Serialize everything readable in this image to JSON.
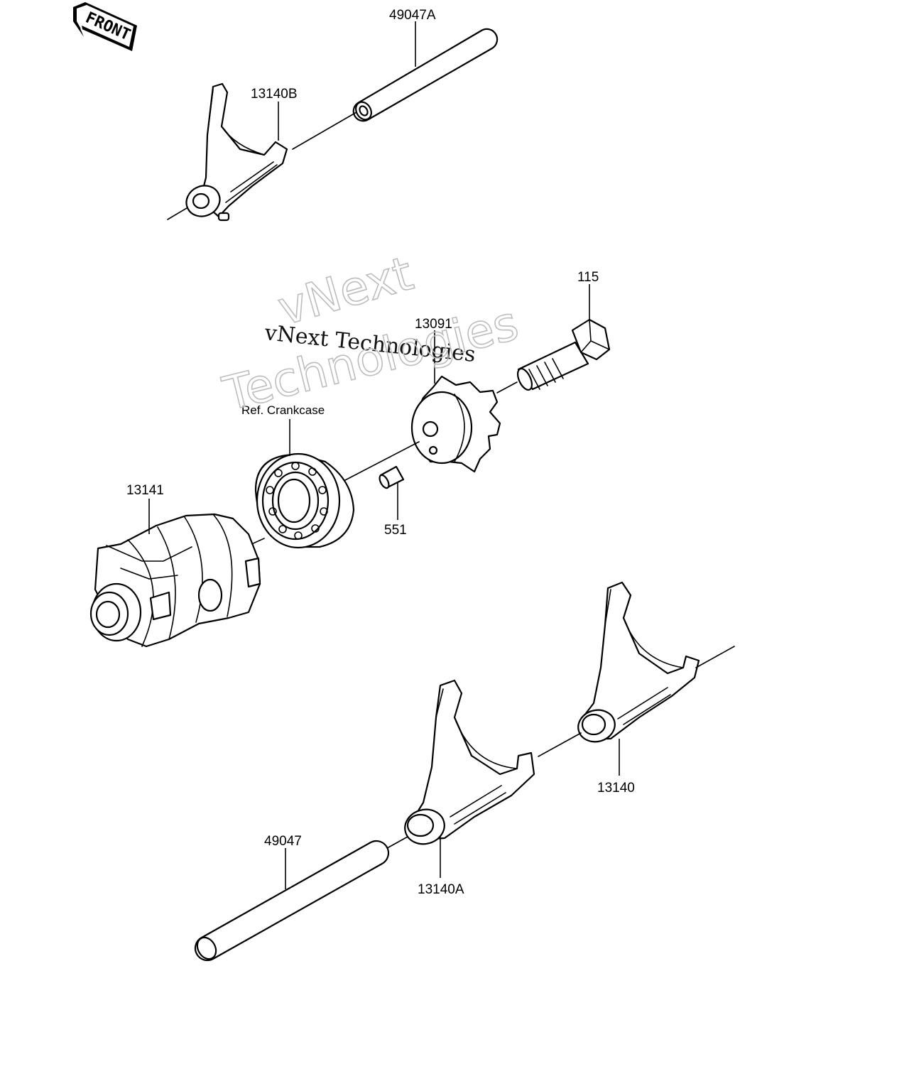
{
  "front_badge": "FRONT",
  "watermark": {
    "line1": "vNext Technologies",
    "outline_line1": "vNext",
    "outline_line2": "Technologies"
  },
  "labels": {
    "shaft_upper": "49047A",
    "fork_upper": "13140B",
    "bolt": "115",
    "plate": "13091",
    "crankcase_ref": "Ref. Crankcase",
    "drum": "13141",
    "pin": "551",
    "fork_right": "13140",
    "shaft_lower": "49047",
    "fork_lower": "13140A"
  }
}
